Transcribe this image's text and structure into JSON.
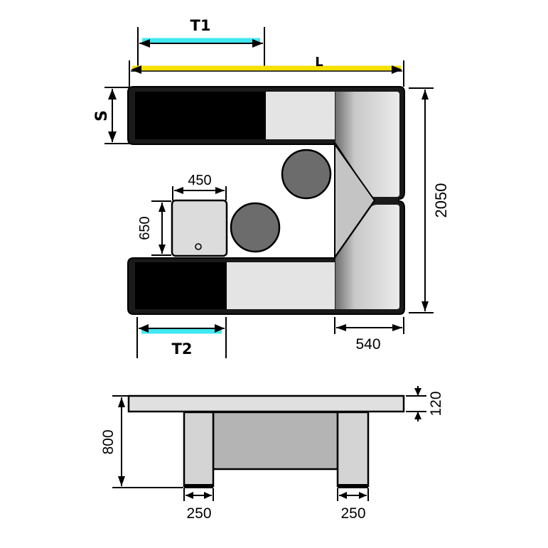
{
  "plan_view": {
    "labels": {
      "t1": "T1",
      "l": "L",
      "s": "S",
      "width_450": "450",
      "depth_650": "650",
      "t2": "T2",
      "width_540": "540",
      "length_2050": "2050"
    }
  },
  "side_view": {
    "labels": {
      "top_120": "120",
      "height_800": "800",
      "leg_left_250": "250",
      "leg_right_250": "250"
    }
  },
  "colors": {
    "t_dimension": "#40e8f0",
    "l_dimension": "#f5e000",
    "conveyor": "#000000",
    "counter_surface": "#e4e4e4",
    "bin": "#6c6c6c",
    "box": "#dcdcdc",
    "legs": "#d4d4d4",
    "cabinet": "#b4b4b4"
  }
}
